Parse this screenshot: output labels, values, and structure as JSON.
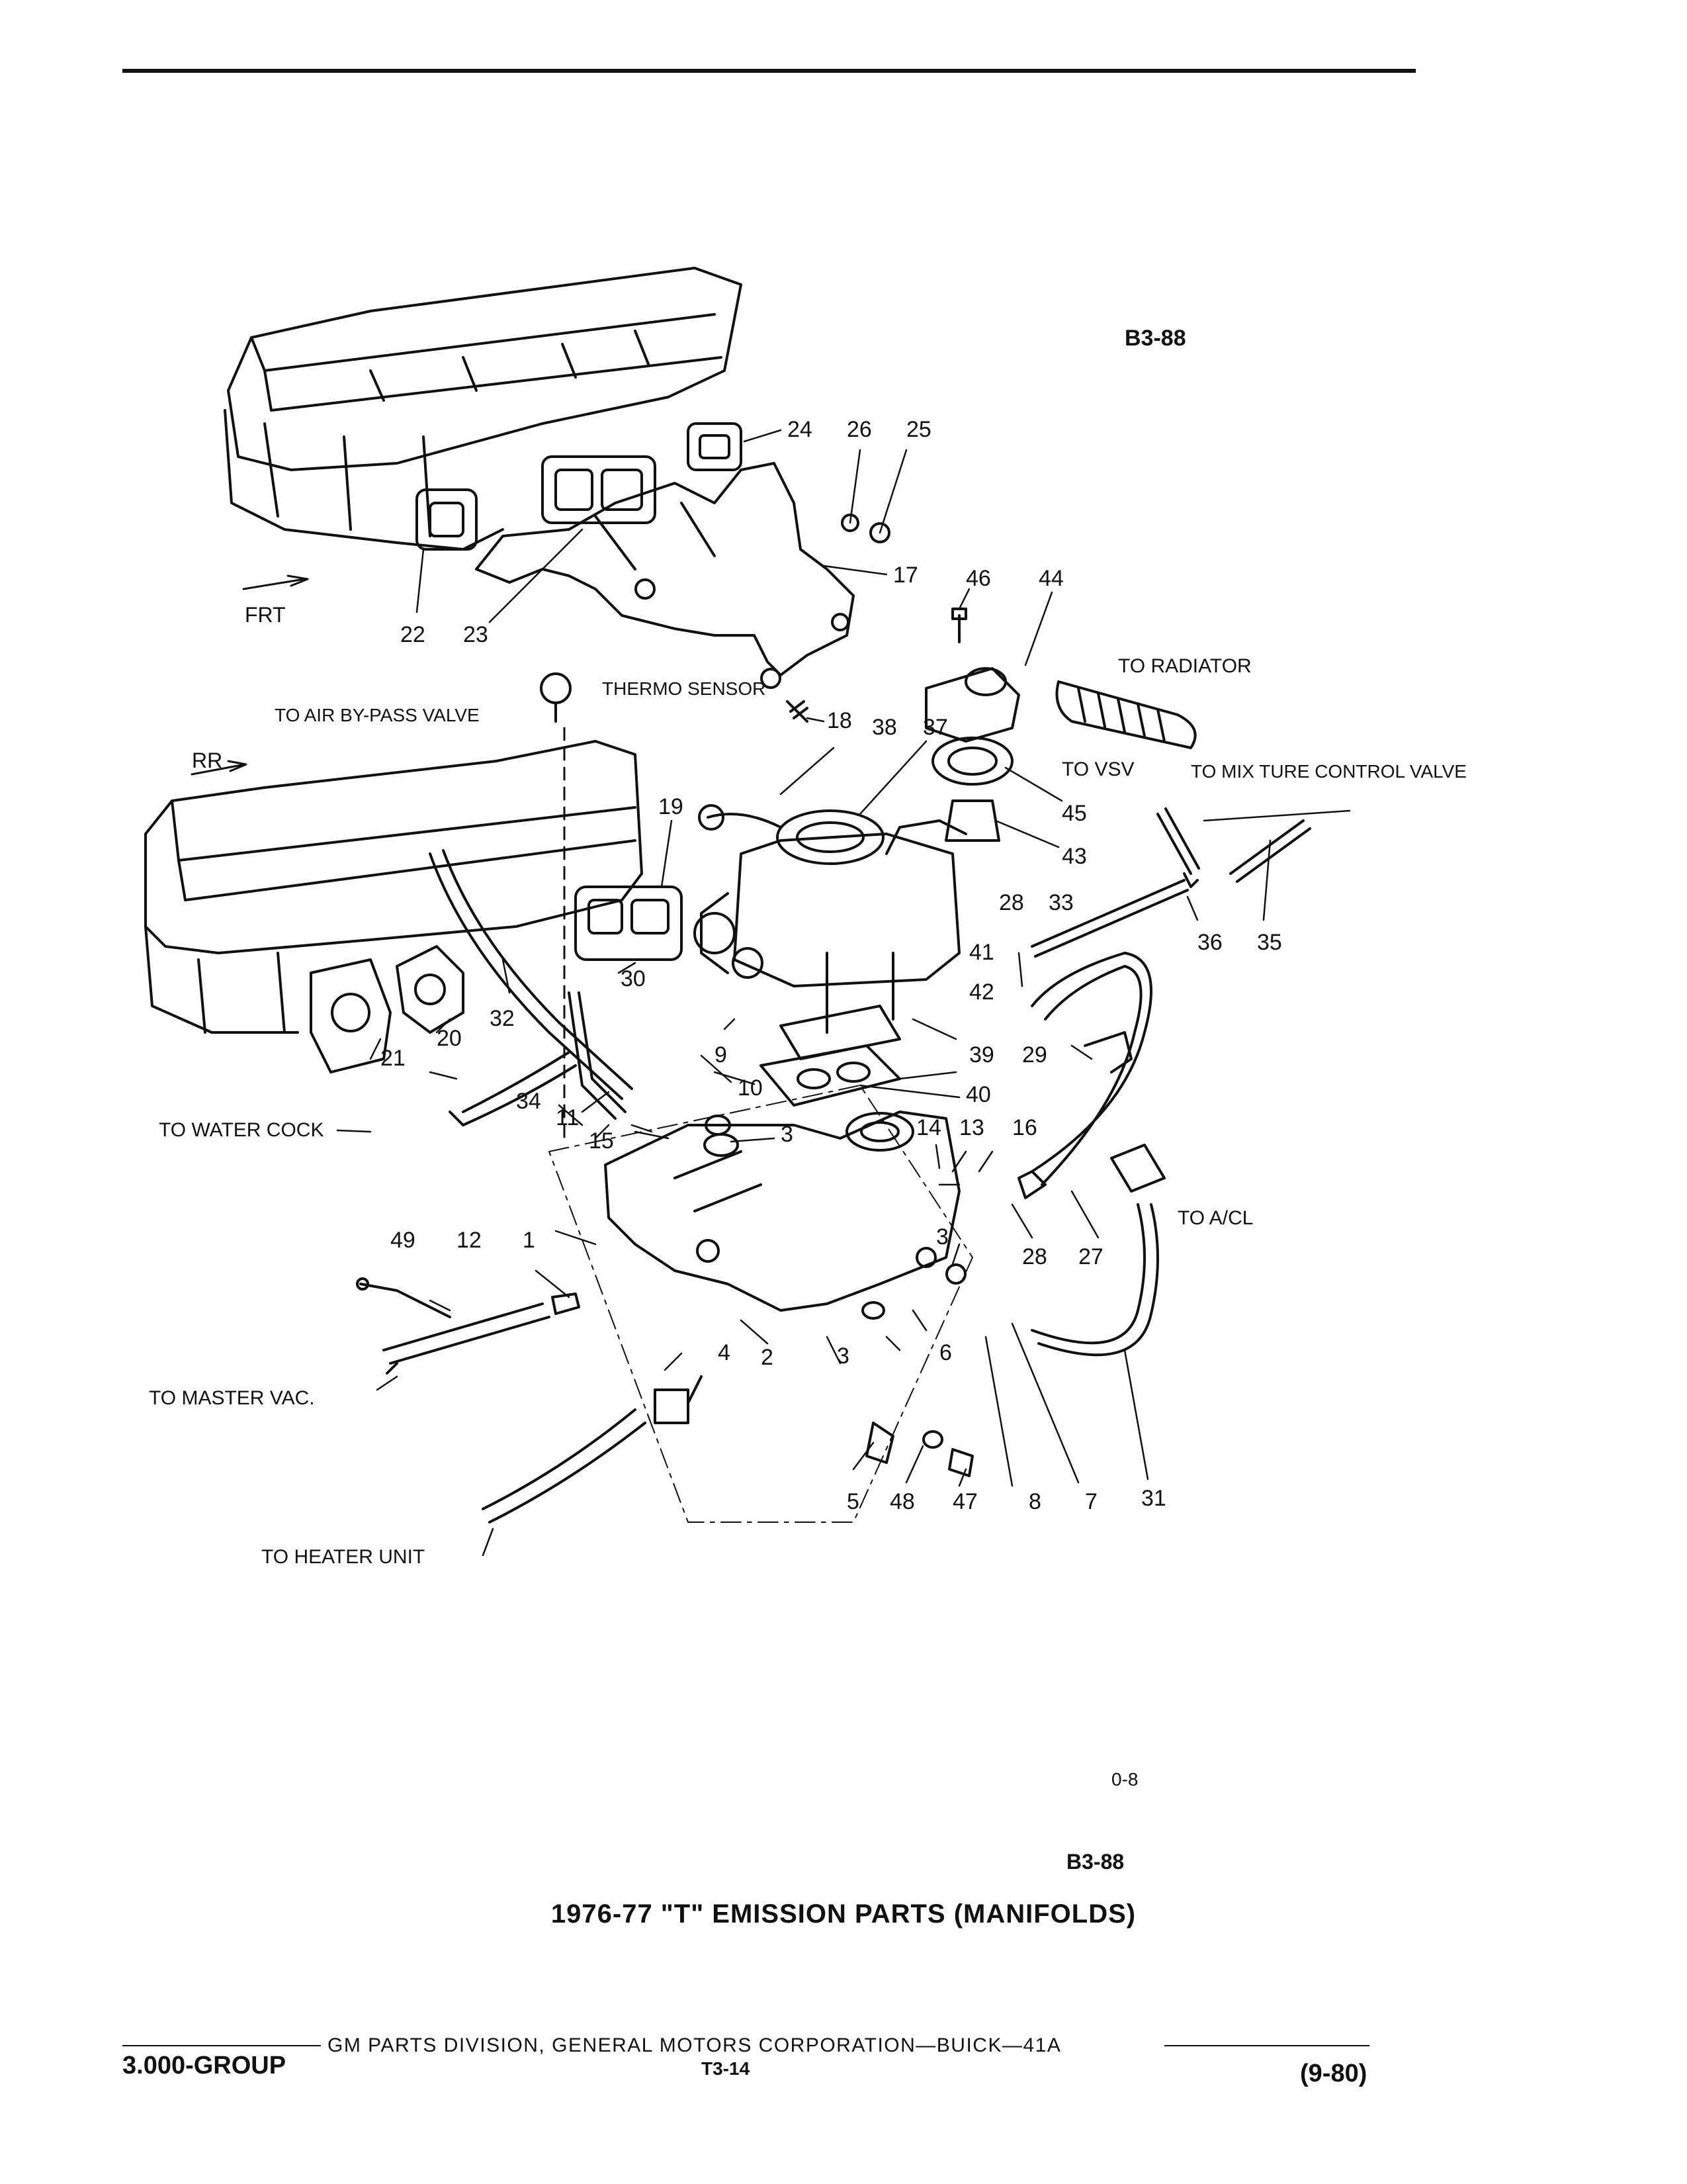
{
  "header": {
    "code_top": "B3-88"
  },
  "diagram": {
    "labels": {
      "frt": "FRT",
      "rr": "RR",
      "thermo_sensor": "THERMO SENSOR",
      "to_air_bypass": "TO AIR BY-PASS VALVE",
      "to_radiator": "TO RADIATOR",
      "to_vsv": "TO VSV",
      "to_mixture": "TO MIX TURE CONTROL VALVE",
      "to_water_cock": "TO WATER COCK",
      "to_master_vac": "TO MASTER VAC.",
      "to_heater_unit": "TO HEATER UNIT",
      "to_acl": "TO A/CL"
    },
    "callouts": [
      "1",
      "2",
      "3",
      "4",
      "5",
      "6",
      "7",
      "8",
      "9",
      "10",
      "11",
      "12",
      "13",
      "14",
      "15",
      "16",
      "17",
      "18",
      "19",
      "20",
      "21",
      "22",
      "23",
      "24",
      "25",
      "26",
      "27",
      "28",
      "29",
      "30",
      "31",
      "32",
      "33",
      "34",
      "35",
      "36",
      "37",
      "38",
      "39",
      "40",
      "41",
      "42",
      "43",
      "44",
      "45",
      "46",
      "47",
      "48",
      "49"
    ]
  },
  "footer_area": {
    "ref_small": "0-8",
    "code_bottom": "B3-88",
    "caption": "1976-77 \"T\" EMISSION PARTS (MANIFOLDS)",
    "publisher": "GM PARTS DIVISION, GENERAL MOTORS CORPORATION—BUICK—41A",
    "page_ref": "T3-14",
    "group": "3.000-GROUP",
    "date": "(9-80)"
  }
}
